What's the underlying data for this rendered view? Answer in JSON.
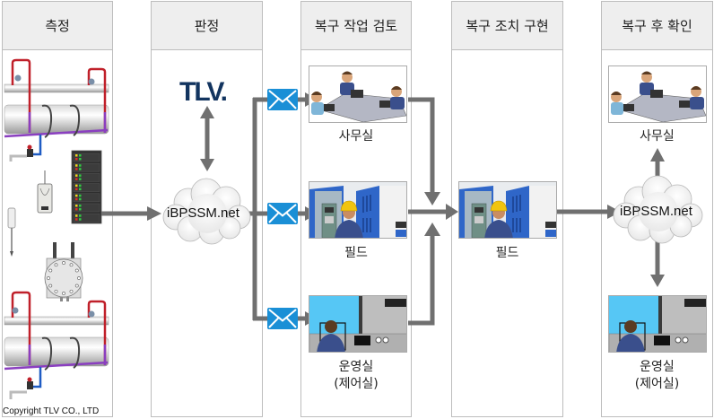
{
  "columns": [
    {
      "header": "측정"
    },
    {
      "header": "판정"
    },
    {
      "header": "복구 작업 검토"
    },
    {
      "header": "복구 조치 구현"
    },
    {
      "header": "복구 후 확인"
    }
  ],
  "measurement": {
    "copyright": "Copyright TLV CO., LTD",
    "icons": [
      "steam-trap-piping-icon",
      "wireless-sensor-icon",
      "sensor-probe-icon",
      "gateway-rack-icon",
      "steam-trap-flange-icon"
    ]
  },
  "judgement": {
    "logo": "TLV.",
    "cloud_label": "iBPSSM.net"
  },
  "review": {
    "items": [
      {
        "label": "사무실",
        "icon": "office-workers-icon"
      },
      {
        "label": "필드",
        "icon": "field-worker-icon"
      },
      {
        "label_line1": "운영실",
        "label_line2": "(제어실)",
        "icon": "control-room-operator-icon"
      }
    ],
    "notification_icon": "email-envelope-icon"
  },
  "implementation": {
    "label": "필드",
    "icon": "field-worker-icon"
  },
  "verification": {
    "cloud_label": "iBPSSM.net",
    "office_label": "사무실",
    "control_label_line1": "운영실",
    "control_label_line2": "(제어실)"
  },
  "colors": {
    "header_bg": "#eeeeee",
    "border": "#bdbdbd",
    "arrow": "#707070",
    "envelope": "#1a8fd6",
    "tlv_navy": "#12345f"
  }
}
